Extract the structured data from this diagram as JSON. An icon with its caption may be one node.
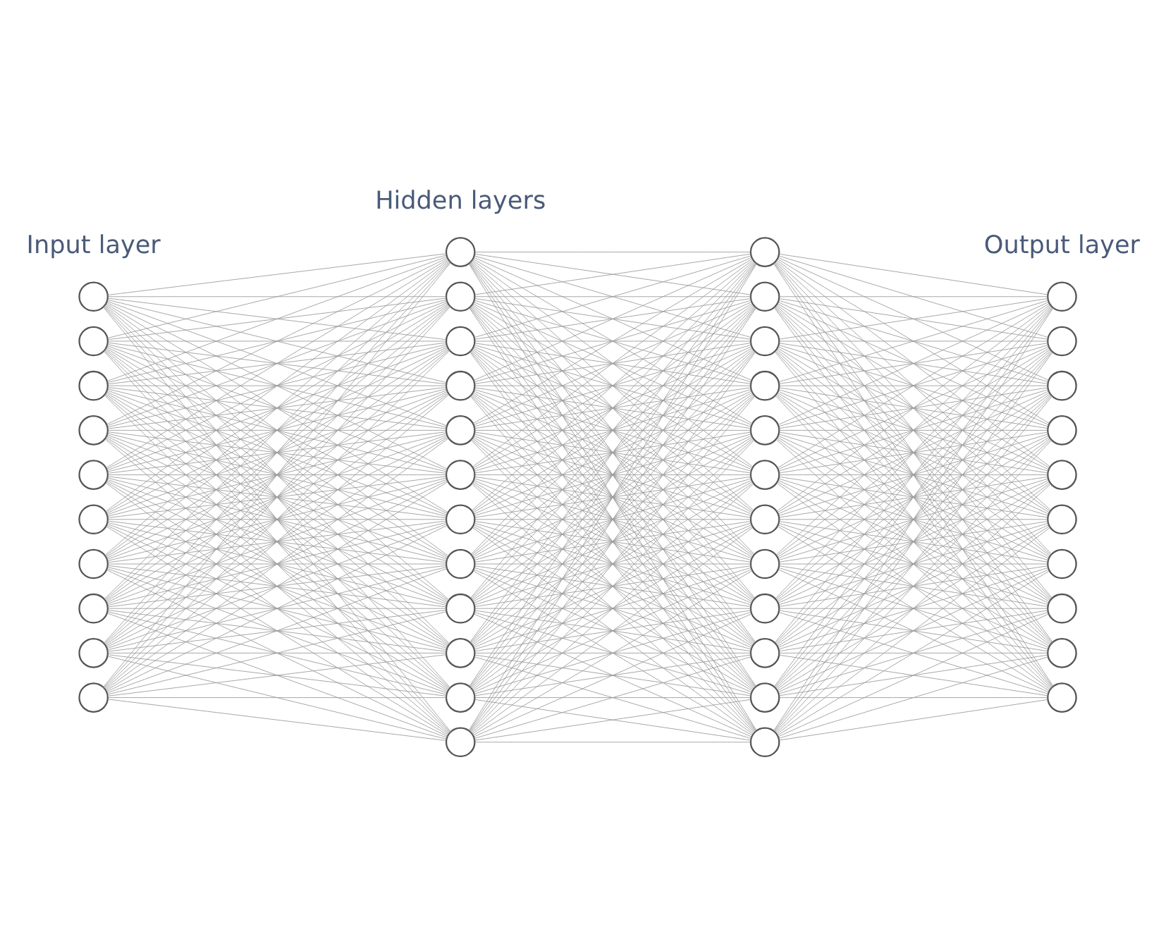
{
  "diagram": {
    "nodes": [
      {
        "text": [],
        "shape": "circle"
      },
      {
        "text": [],
        "shape": "circle"
      },
      {
        "text": [],
        "shape": "circle"
      },
      {
        "text": [],
        "shape": "circle"
      },
      {
        "text": [],
        "shape": "circle"
      },
      {
        "text": [],
        "shape": "circle"
      },
      {
        "text": [],
        "shape": "circle"
      },
      {
        "text": [],
        "shape": "circle"
      },
      {
        "text": [],
        "shape": "circle"
      },
      {
        "text": [],
        "shape": "circle"
      },
      {
        "text": [],
        "shape": "circle"
      },
      {
        "text": [],
        "shape": "circle"
      },
      {
        "text": [],
        "shape": "circle"
      },
      {
        "text": [],
        "shape": "circle"
      },
      {
        "text": [],
        "shape": "circle"
      },
      {
        "text": [],
        "shape": "circle"
      },
      {
        "text": [],
        "shape": "circle"
      },
      {
        "text": [],
        "shape": "circle"
      },
      {
        "text": [],
        "shape": "circle"
      },
      {
        "text": [],
        "shape": "circle"
      },
      {
        "text": [],
        "shape": "circle"
      },
      {
        "text": [],
        "shape": "circle"
      },
      {
        "text": [],
        "shape": "circle"
      },
      {
        "text": [],
        "shape": "circle"
      },
      {
        "text": [],
        "shape": "circle"
      },
      {
        "text": [],
        "shape": "circle"
      },
      {
        "text": [],
        "shape": "circle"
      },
      {
        "text": [],
        "shape": "circle"
      },
      {
        "text": [],
        "shape": "circle"
      },
      {
        "text": [],
        "shape": "circle"
      },
      {
        "text": [],
        "shape": "circle"
      },
      {
        "text": [],
        "shape": "circle"
      },
      {
        "text": [],
        "shape": "circle"
      },
      {
        "text": [],
        "shape": "circle"
      },
      {
        "text": [],
        "shape": "circle"
      },
      {
        "text": [],
        "shape": "circle"
      },
      {
        "text": [],
        "shape": "circle"
      },
      {
        "text": [],
        "shape": "circle"
      },
      {
        "text": [],
        "shape": "circle"
      },
      {
        "text": [],
        "shape": "circle"
      },
      {
        "text": [],
        "shape": "circle"
      },
      {
        "text": [],
        "shape": "circle"
      },
      {
        "text": [],
        "shape": "circle"
      },
      {
        "text": [],
        "shape": "circle"
      }
    ],
    "edges": [
      {
        "from": 0,
        "to": 10,
        "arrow": "none"
      },
      {
        "from": 0,
        "to": 11,
        "arrow": "none"
      },
      {
        "from": 0,
        "to": 12,
        "arrow": "none"
      },
      {
        "from": 0,
        "to": 13,
        "arrow": "none"
      },
      {
        "from": 0,
        "to": 14,
        "arrow": "none"
      },
      {
        "from": 0,
        "to": 15,
        "arrow": "none"
      },
      {
        "from": 0,
        "to": 16,
        "arrow": "none"
      },
      {
        "from": 0,
        "to": 17,
        "arrow": "none"
      },
      {
        "from": 0,
        "to": 18,
        "arrow": "none"
      },
      {
        "from": 0,
        "to": 19,
        "arrow": "none"
      },
      {
        "from": 0,
        "to": 20,
        "arrow": "none"
      },
      {
        "from": 0,
        "to": 21,
        "arrow": "none"
      },
      {
        "from": 1,
        "to": 10,
        "arrow": "none"
      },
      {
        "from": 1,
        "to": 11,
        "arrow": "none"
      },
      {
        "from": 1,
        "to": 12,
        "arrow": "none"
      },
      {
        "from": 1,
        "to": 13,
        "arrow": "none"
      },
      {
        "from": 1,
        "to": 14,
        "arrow": "none"
      },
      {
        "from": 1,
        "to": 15,
        "arrow": "none"
      },
      {
        "from": 1,
        "to": 16,
        "arrow": "none"
      },
      {
        "from": 1,
        "to": 17,
        "arrow": "none"
      },
      {
        "from": 1,
        "to": 18,
        "arrow": "none"
      },
      {
        "from": 1,
        "to": 19,
        "arrow": "none"
      },
      {
        "from": 1,
        "to": 20,
        "arrow": "none"
      },
      {
        "from": 1,
        "to": 21,
        "arrow": "none"
      },
      {
        "from": 2,
        "to": 10,
        "arrow": "none"
      },
      {
        "from": 2,
        "to": 11,
        "arrow": "none"
      },
      {
        "from": 2,
        "to": 12,
        "arrow": "none"
      },
      {
        "from": 2,
        "to": 13,
        "arrow": "none"
      },
      {
        "from": 2,
        "to": 14,
        "arrow": "none"
      },
      {
        "from": 2,
        "to": 15,
        "arrow": "none"
      },
      {
        "from": 2,
        "to": 16,
        "arrow": "none"
      },
      {
        "from": 2,
        "to": 17,
        "arrow": "none"
      },
      {
        "from": 2,
        "to": 18,
        "arrow": "none"
      },
      {
        "from": 2,
        "to": 19,
        "arrow": "none"
      },
      {
        "from": 2,
        "to": 20,
        "arrow": "none"
      },
      {
        "from": 2,
        "to": 21,
        "arrow": "none"
      },
      {
        "from": 3,
        "to": 10,
        "arrow": "none"
      },
      {
        "from": 3,
        "to": 11,
        "arrow": "none"
      },
      {
        "from": 3,
        "to": 12,
        "arrow": "none"
      },
      {
        "from": 3,
        "to": 13,
        "arrow": "none"
      },
      {
        "from": 3,
        "to": 14,
        "arrow": "none"
      },
      {
        "from": 3,
        "to": 15,
        "arrow": "none"
      },
      {
        "from": 3,
        "to": 16,
        "arrow": "none"
      },
      {
        "from": 3,
        "to": 17,
        "arrow": "none"
      },
      {
        "from": 3,
        "to": 18,
        "arrow": "none"
      },
      {
        "from": 3,
        "to": 19,
        "arrow": "none"
      },
      {
        "from": 3,
        "to": 20,
        "arrow": "none"
      },
      {
        "from": 3,
        "to": 21,
        "arrow": "none"
      },
      {
        "from": 4,
        "to": 10,
        "arrow": "none"
      },
      {
        "from": 4,
        "to": 11,
        "arrow": "none"
      },
      {
        "from": 4,
        "to": 12,
        "arrow": "none"
      },
      {
        "from": 4,
        "to": 13,
        "arrow": "none"
      },
      {
        "from": 4,
        "to": 14,
        "arrow": "none"
      },
      {
        "from": 4,
        "to": 15,
        "arrow": "none"
      },
      {
        "from": 4,
        "to": 16,
        "arrow": "none"
      },
      {
        "from": 4,
        "to": 17,
        "arrow": "none"
      },
      {
        "from": 4,
        "to": 18,
        "arrow": "none"
      },
      {
        "from": 4,
        "to": 19,
        "arrow": "none"
      },
      {
        "from": 4,
        "to": 20,
        "arrow": "none"
      },
      {
        "from": 4,
        "to": 21,
        "arrow": "none"
      },
      {
        "from": 5,
        "to": 10,
        "arrow": "none"
      },
      {
        "from": 5,
        "to": 11,
        "arrow": "none"
      },
      {
        "from": 5,
        "to": 12,
        "arrow": "none"
      },
      {
        "from": 5,
        "to": 13,
        "arrow": "none"
      },
      {
        "from": 5,
        "to": 14,
        "arrow": "none"
      },
      {
        "from": 5,
        "to": 15,
        "arrow": "none"
      },
      {
        "from": 5,
        "to": 16,
        "arrow": "none"
      },
      {
        "from": 5,
        "to": 17,
        "arrow": "none"
      },
      {
        "from": 5,
        "to": 18,
        "arrow": "none"
      },
      {
        "from": 5,
        "to": 19,
        "arrow": "none"
      },
      {
        "from": 5,
        "to": 20,
        "arrow": "none"
      },
      {
        "from": 5,
        "to": 21,
        "arrow": "none"
      },
      {
        "from": 6,
        "to": 10,
        "arrow": "none"
      },
      {
        "from": 6,
        "to": 11,
        "arrow": "none"
      },
      {
        "from": 6,
        "to": 12,
        "arrow": "none"
      },
      {
        "from": 6,
        "to": 13,
        "arrow": "none"
      },
      {
        "from": 6,
        "to": 14,
        "arrow": "none"
      },
      {
        "from": 6,
        "to": 15,
        "arrow": "none"
      },
      {
        "from": 6,
        "to": 16,
        "arrow": "none"
      },
      {
        "from": 6,
        "to": 17,
        "arrow": "none"
      },
      {
        "from": 6,
        "to": 18,
        "arrow": "none"
      },
      {
        "from": 6,
        "to": 19,
        "arrow": "none"
      },
      {
        "from": 6,
        "to": 20,
        "arrow": "none"
      },
      {
        "from": 6,
        "to": 21,
        "arrow": "none"
      },
      {
        "from": 7,
        "to": 10,
        "arrow": "none"
      },
      {
        "from": 7,
        "to": 11,
        "arrow": "none"
      },
      {
        "from": 7,
        "to": 12,
        "arrow": "none"
      },
      {
        "from": 7,
        "to": 13,
        "arrow": "none"
      },
      {
        "from": 7,
        "to": 14,
        "arrow": "none"
      },
      {
        "from": 7,
        "to": 15,
        "arrow": "none"
      },
      {
        "from": 7,
        "to": 16,
        "arrow": "none"
      },
      {
        "from": 7,
        "to": 17,
        "arrow": "none"
      },
      {
        "from": 7,
        "to": 18,
        "arrow": "none"
      },
      {
        "from": 7,
        "to": 19,
        "arrow": "none"
      },
      {
        "from": 7,
        "to": 20,
        "arrow": "none"
      },
      {
        "from": 7,
        "to": 21,
        "arrow": "none"
      },
      {
        "from": 8,
        "to": 10,
        "arrow": "none"
      },
      {
        "from": 8,
        "to": 11,
        "arrow": "none"
      },
      {
        "from": 8,
        "to": 12,
        "arrow": "none"
      },
      {
        "from": 8,
        "to": 13,
        "arrow": "none"
      },
      {
        "from": 8,
        "to": 14,
        "arrow": "none"
      },
      {
        "from": 8,
        "to": 15,
        "arrow": "none"
      },
      {
        "from": 8,
        "to": 16,
        "arrow": "none"
      },
      {
        "from": 8,
        "to": 17,
        "arrow": "none"
      },
      {
        "from": 8,
        "to": 18,
        "arrow": "none"
      },
      {
        "from": 8,
        "to": 19,
        "arrow": "none"
      },
      {
        "from": 8,
        "to": 20,
        "arrow": "none"
      },
      {
        "from": 8,
        "to": 21,
        "arrow": "none"
      },
      {
        "from": 9,
        "to": 10,
        "arrow": "none"
      },
      {
        "from": 9,
        "to": 11,
        "arrow": "none"
      },
      {
        "from": 9,
        "to": 12,
        "arrow": "none"
      },
      {
        "from": 9,
        "to": 13,
        "arrow": "none"
      },
      {
        "from": 9,
        "to": 14,
        "arrow": "none"
      },
      {
        "from": 9,
        "to": 15,
        "arrow": "none"
      },
      {
        "from": 9,
        "to": 16,
        "arrow": "none"
      },
      {
        "from": 9,
        "to": 17,
        "arrow": "none"
      },
      {
        "from": 9,
        "to": 18,
        "arrow": "none"
      },
      {
        "from": 9,
        "to": 19,
        "arrow": "none"
      },
      {
        "from": 9,
        "to": 20,
        "arrow": "none"
      },
      {
        "from": 9,
        "to": 21,
        "arrow": "none"
      },
      {
        "from": 10,
        "to": 22,
        "arrow": "none"
      },
      {
        "from": 10,
        "to": 23,
        "arrow": "none"
      },
      {
        "from": 10,
        "to": 24,
        "arrow": "none"
      },
      {
        "from": 10,
        "to": 25,
        "arrow": "none"
      },
      {
        "from": 10,
        "to": 26,
        "arrow": "none"
      },
      {
        "from": 10,
        "to": 27,
        "arrow": "none"
      },
      {
        "from": 10,
        "to": 28,
        "arrow": "none"
      },
      {
        "from": 10,
        "to": 29,
        "arrow": "none"
      },
      {
        "from": 10,
        "to": 30,
        "arrow": "none"
      },
      {
        "from": 10,
        "to": 31,
        "arrow": "none"
      },
      {
        "from": 10,
        "to": 32,
        "arrow": "none"
      },
      {
        "from": 10,
        "to": 33,
        "arrow": "none"
      },
      {
        "from": 11,
        "to": 22,
        "arrow": "none"
      },
      {
        "from": 11,
        "to": 23,
        "arrow": "none"
      },
      {
        "from": 11,
        "to": 24,
        "arrow": "none"
      },
      {
        "from": 11,
        "to": 25,
        "arrow": "none"
      },
      {
        "from": 11,
        "to": 26,
        "arrow": "none"
      },
      {
        "from": 11,
        "to": 27,
        "arrow": "none"
      },
      {
        "from": 11,
        "to": 28,
        "arrow": "none"
      },
      {
        "from": 11,
        "to": 29,
        "arrow": "none"
      },
      {
        "from": 11,
        "to": 30,
        "arrow": "none"
      },
      {
        "from": 11,
        "to": 31,
        "arrow": "none"
      },
      {
        "from": 11,
        "to": 32,
        "arrow": "none"
      },
      {
        "from": 11,
        "to": 33,
        "arrow": "none"
      },
      {
        "from": 12,
        "to": 22,
        "arrow": "none"
      },
      {
        "from": 12,
        "to": 23,
        "arrow": "none"
      },
      {
        "from": 12,
        "to": 24,
        "arrow": "none"
      },
      {
        "from": 12,
        "to": 25,
        "arrow": "none"
      },
      {
        "from": 12,
        "to": 26,
        "arrow": "none"
      },
      {
        "from": 12,
        "to": 27,
        "arrow": "none"
      },
      {
        "from": 12,
        "to": 28,
        "arrow": "none"
      },
      {
        "from": 12,
        "to": 29,
        "arrow": "none"
      },
      {
        "from": 12,
        "to": 30,
        "arrow": "none"
      },
      {
        "from": 12,
        "to": 31,
        "arrow": "none"
      },
      {
        "from": 12,
        "to": 32,
        "arrow": "none"
      },
      {
        "from": 12,
        "to": 33,
        "arrow": "none"
      },
      {
        "from": 13,
        "to": 22,
        "arrow": "none"
      },
      {
        "from": 13,
        "to": 23,
        "arrow": "none"
      },
      {
        "from": 13,
        "to": 24,
        "arrow": "none"
      },
      {
        "from": 13,
        "to": 25,
        "arrow": "none"
      },
      {
        "from": 13,
        "to": 26,
        "arrow": "none"
      },
      {
        "from": 13,
        "to": 27,
        "arrow": "none"
      },
      {
        "from": 13,
        "to": 28,
        "arrow": "none"
      },
      {
        "from": 13,
        "to": 29,
        "arrow": "none"
      },
      {
        "from": 13,
        "to": 30,
        "arrow": "none"
      },
      {
        "from": 13,
        "to": 31,
        "arrow": "none"
      },
      {
        "from": 13,
        "to": 32,
        "arrow": "none"
      },
      {
        "from": 13,
        "to": 33,
        "arrow": "none"
      },
      {
        "from": 14,
        "to": 22,
        "arrow": "none"
      },
      {
        "from": 14,
        "to": 23,
        "arrow": "none"
      },
      {
        "from": 14,
        "to": 24,
        "arrow": "none"
      },
      {
        "from": 14,
        "to": 25,
        "arrow": "none"
      },
      {
        "from": 14,
        "to": 26,
        "arrow": "none"
      },
      {
        "from": 14,
        "to": 27,
        "arrow": "none"
      },
      {
        "from": 14,
        "to": 28,
        "arrow": "none"
      },
      {
        "from": 14,
        "to": 29,
        "arrow": "none"
      },
      {
        "from": 14,
        "to": 30,
        "arrow": "none"
      },
      {
        "from": 14,
        "to": 31,
        "arrow": "none"
      },
      {
        "from": 14,
        "to": 32,
        "arrow": "none"
      },
      {
        "from": 14,
        "to": 33,
        "arrow": "none"
      },
      {
        "from": 15,
        "to": 22,
        "arrow": "none"
      },
      {
        "from": 15,
        "to": 23,
        "arrow": "none"
      },
      {
        "from": 15,
        "to": 24,
        "arrow": "none"
      },
      {
        "from": 15,
        "to": 25,
        "arrow": "none"
      },
      {
        "from": 15,
        "to": 26,
        "arrow": "none"
      },
      {
        "from": 15,
        "to": 27,
        "arrow": "none"
      },
      {
        "from": 15,
        "to": 28,
        "arrow": "none"
      },
      {
        "from": 15,
        "to": 29,
        "arrow": "none"
      },
      {
        "from": 15,
        "to": 30,
        "arrow": "none"
      },
      {
        "from": 15,
        "to": 31,
        "arrow": "none"
      },
      {
        "from": 15,
        "to": 32,
        "arrow": "none"
      },
      {
        "from": 15,
        "to": 33,
        "arrow": "none"
      },
      {
        "from": 16,
        "to": 22,
        "arrow": "none"
      },
      {
        "from": 16,
        "to": 23,
        "arrow": "none"
      },
      {
        "from": 16,
        "to": 24,
        "arrow": "none"
      },
      {
        "from": 16,
        "to": 25,
        "arrow": "none"
      },
      {
        "from": 16,
        "to": 26,
        "arrow": "none"
      },
      {
        "from": 16,
        "to": 27,
        "arrow": "none"
      },
      {
        "from": 16,
        "to": 28,
        "arrow": "none"
      },
      {
        "from": 16,
        "to": 29,
        "arrow": "none"
      },
      {
        "from": 16,
        "to": 30,
        "arrow": "none"
      },
      {
        "from": 16,
        "to": 31,
        "arrow": "none"
      },
      {
        "from": 16,
        "to": 32,
        "arrow": "none"
      },
      {
        "from": 16,
        "to": 33,
        "arrow": "none"
      },
      {
        "from": 17,
        "to": 22,
        "arrow": "none"
      },
      {
        "from": 17,
        "to": 23,
        "arrow": "none"
      },
      {
        "from": 17,
        "to": 24,
        "arrow": "none"
      },
      {
        "from": 17,
        "to": 25,
        "arrow": "none"
      },
      {
        "from": 17,
        "to": 26,
        "arrow": "none"
      },
      {
        "from": 17,
        "to": 27,
        "arrow": "none"
      },
      {
        "from": 17,
        "to": 28,
        "arrow": "none"
      },
      {
        "from": 17,
        "to": 29,
        "arrow": "none"
      },
      {
        "from": 17,
        "to": 30,
        "arrow": "none"
      },
      {
        "from": 17,
        "to": 31,
        "arrow": "none"
      },
      {
        "from": 17,
        "to": 32,
        "arrow": "none"
      },
      {
        "from": 17,
        "to": 33,
        "arrow": "none"
      },
      {
        "from": 18,
        "to": 22,
        "arrow": "none"
      },
      {
        "from": 18,
        "to": 23,
        "arrow": "none"
      },
      {
        "from": 18,
        "to": 24,
        "arrow": "none"
      },
      {
        "from": 18,
        "to": 25,
        "arrow": "none"
      },
      {
        "from": 18,
        "to": 26,
        "arrow": "none"
      },
      {
        "from": 18,
        "to": 27,
        "arrow": "none"
      },
      {
        "from": 18,
        "to": 28,
        "arrow": "none"
      },
      {
        "from": 18,
        "to": 29,
        "arrow": "none"
      },
      {
        "from": 18,
        "to": 30,
        "arrow": "none"
      },
      {
        "from": 18,
        "to": 31,
        "arrow": "none"
      },
      {
        "from": 18,
        "to": 32,
        "arrow": "none"
      },
      {
        "from": 18,
        "to": 33,
        "arrow": "none"
      },
      {
        "from": 19,
        "to": 22,
        "arrow": "none"
      },
      {
        "from": 19,
        "to": 23,
        "arrow": "none"
      },
      {
        "from": 19,
        "to": 24,
        "arrow": "none"
      },
      {
        "from": 19,
        "to": 25,
        "arrow": "none"
      },
      {
        "from": 19,
        "to": 26,
        "arrow": "none"
      },
      {
        "from": 19,
        "to": 27,
        "arrow": "none"
      },
      {
        "from": 19,
        "to": 28,
        "arrow": "none"
      },
      {
        "from": 19,
        "to": 29,
        "arrow": "none"
      },
      {
        "from": 19,
        "to": 30,
        "arrow": "none"
      },
      {
        "from": 19,
        "to": 31,
        "arrow": "none"
      },
      {
        "from": 19,
        "to": 32,
        "arrow": "none"
      },
      {
        "from": 19,
        "to": 33,
        "arrow": "none"
      },
      {
        "from": 20,
        "to": 22,
        "arrow": "none"
      },
      {
        "from": 20,
        "to": 23,
        "arrow": "none"
      },
      {
        "from": 20,
        "to": 24,
        "arrow": "none"
      },
      {
        "from": 20,
        "to": 25,
        "arrow": "none"
      },
      {
        "from": 20,
        "to": 26,
        "arrow": "none"
      },
      {
        "from": 20,
        "to": 27,
        "arrow": "none"
      },
      {
        "from": 20,
        "to": 28,
        "arrow": "none"
      },
      {
        "from": 20,
        "to": 29,
        "arrow": "none"
      },
      {
        "from": 20,
        "to": 30,
        "arrow": "none"
      },
      {
        "from": 20,
        "to": 31,
        "arrow": "none"
      },
      {
        "from": 20,
        "to": 32,
        "arrow": "none"
      },
      {
        "from": 20,
        "to": 33,
        "arrow": "none"
      },
      {
        "from": 21,
        "to": 22,
        "arrow": "none"
      },
      {
        "from": 21,
        "to": 23,
        "arrow": "none"
      },
      {
        "from": 21,
        "to": 24,
        "arrow": "none"
      },
      {
        "from": 21,
        "to": 25,
        "arrow": "none"
      },
      {
        "from": 21,
        "to": 26,
        "arrow": "none"
      },
      {
        "from": 21,
        "to": 27,
        "arrow": "none"
      },
      {
        "from": 21,
        "to": 28,
        "arrow": "none"
      },
      {
        "from": 21,
        "to": 29,
        "arrow": "none"
      },
      {
        "from": 21,
        "to": 30,
        "arrow": "none"
      },
      {
        "from": 21,
        "to": 31,
        "arrow": "none"
      },
      {
        "from": 21,
        "to": 32,
        "arrow": "none"
      },
      {
        "from": 21,
        "to": 33,
        "arrow": "none"
      },
      {
        "from": 22,
        "to": 34,
        "arrow": "none"
      },
      {
        "from": 22,
        "to": 35,
        "arrow": "none"
      },
      {
        "from": 22,
        "to": 36,
        "arrow": "none"
      },
      {
        "from": 22,
        "to": 37,
        "arrow": "none"
      },
      {
        "from": 22,
        "to": 38,
        "arrow": "none"
      },
      {
        "from": 22,
        "to": 39,
        "arrow": "none"
      },
      {
        "from": 22,
        "to": 40,
        "arrow": "none"
      },
      {
        "from": 22,
        "to": 41,
        "arrow": "none"
      },
      {
        "from": 22,
        "to": 42,
        "arrow": "none"
      },
      {
        "from": 22,
        "to": 43,
        "arrow": "none"
      },
      {
        "from": 23,
        "to": 34,
        "arrow": "none"
      },
      {
        "from": 23,
        "to": 35,
        "arrow": "none"
      },
      {
        "from": 23,
        "to": 36,
        "arrow": "none"
      },
      {
        "from": 23,
        "to": 37,
        "arrow": "none"
      },
      {
        "from": 23,
        "to": 38,
        "arrow": "none"
      },
      {
        "from": 23,
        "to": 39,
        "arrow": "none"
      },
      {
        "from": 23,
        "to": 40,
        "arrow": "none"
      },
      {
        "from": 23,
        "to": 41,
        "arrow": "none"
      },
      {
        "from": 23,
        "to": 42,
        "arrow": "none"
      },
      {
        "from": 23,
        "to": 43,
        "arrow": "none"
      },
      {
        "from": 24,
        "to": 34,
        "arrow": "none"
      },
      {
        "from": 24,
        "to": 35,
        "arrow": "none"
      },
      {
        "from": 24,
        "to": 36,
        "arrow": "none"
      },
      {
        "from": 24,
        "to": 37,
        "arrow": "none"
      },
      {
        "from": 24,
        "to": 38,
        "arrow": "none"
      },
      {
        "from": 24,
        "to": 39,
        "arrow": "none"
      },
      {
        "from": 24,
        "to": 40,
        "arrow": "none"
      },
      {
        "from": 24,
        "to": 41,
        "arrow": "none"
      },
      {
        "from": 24,
        "to": 42,
        "arrow": "none"
      },
      {
        "from": 24,
        "to": 43,
        "arrow": "none"
      },
      {
        "from": 25,
        "to": 34,
        "arrow": "none"
      },
      {
        "from": 25,
        "to": 35,
        "arrow": "none"
      },
      {
        "from": 25,
        "to": 36,
        "arrow": "none"
      },
      {
        "from": 25,
        "to": 37,
        "arrow": "none"
      },
      {
        "from": 25,
        "to": 38,
        "arrow": "none"
      },
      {
        "from": 25,
        "to": 39,
        "arrow": "none"
      },
      {
        "from": 25,
        "to": 40,
        "arrow": "none"
      },
      {
        "from": 25,
        "to": 41,
        "arrow": "none"
      },
      {
        "from": 25,
        "to": 42,
        "arrow": "none"
      },
      {
        "from": 25,
        "to": 43,
        "arrow": "none"
      },
      {
        "from": 26,
        "to": 34,
        "arrow": "none"
      },
      {
        "from": 26,
        "to": 35,
        "arrow": "none"
      },
      {
        "from": 26,
        "to": 36,
        "arrow": "none"
      },
      {
        "from": 26,
        "to": 37,
        "arrow": "none"
      },
      {
        "from": 26,
        "to": 38,
        "arrow": "none"
      },
      {
        "from": 26,
        "to": 39,
        "arrow": "none"
      },
      {
        "from": 26,
        "to": 40,
        "arrow": "none"
      },
      {
        "from": 26,
        "to": 41,
        "arrow": "none"
      },
      {
        "from": 26,
        "to": 42,
        "arrow": "none"
      },
      {
        "from": 26,
        "to": 43,
        "arrow": "none"
      },
      {
        "from": 27,
        "to": 34,
        "arrow": "none"
      },
      {
        "from": 27,
        "to": 35,
        "arrow": "none"
      },
      {
        "from": 27,
        "to": 36,
        "arrow": "none"
      },
      {
        "from": 27,
        "to": 37,
        "arrow": "none"
      },
      {
        "from": 27,
        "to": 38,
        "arrow": "none"
      },
      {
        "from": 27,
        "to": 39,
        "arrow": "none"
      },
      {
        "from": 27,
        "to": 40,
        "arrow": "none"
      },
      {
        "from": 27,
        "to": 41,
        "arrow": "none"
      },
      {
        "from": 27,
        "to": 42,
        "arrow": "none"
      },
      {
        "from": 27,
        "to": 43,
        "arrow": "none"
      },
      {
        "from": 28,
        "to": 34,
        "arrow": "none"
      },
      {
        "from": 28,
        "to": 35,
        "arrow": "none"
      },
      {
        "from": 28,
        "to": 36,
        "arrow": "none"
      },
      {
        "from": 28,
        "to": 37,
        "arrow": "none"
      },
      {
        "from": 28,
        "to": 38,
        "arrow": "none"
      },
      {
        "from": 28,
        "to": 39,
        "arrow": "none"
      },
      {
        "from": 28,
        "to": 40,
        "arrow": "none"
      },
      {
        "from": 28,
        "to": 41,
        "arrow": "none"
      },
      {
        "from": 28,
        "to": 42,
        "arrow": "none"
      },
      {
        "from": 28,
        "to": 43,
        "arrow": "none"
      },
      {
        "from": 29,
        "to": 34,
        "arrow": "none"
      },
      {
        "from": 29,
        "to": 35,
        "arrow": "none"
      },
      {
        "from": 29,
        "to": 36,
        "arrow": "none"
      },
      {
        "from": 29,
        "to": 37,
        "arrow": "none"
      },
      {
        "from": 29,
        "to": 38,
        "arrow": "none"
      },
      {
        "from": 29,
        "to": 39,
        "arrow": "none"
      },
      {
        "from": 29,
        "to": 40,
        "arrow": "none"
      },
      {
        "from": 29,
        "to": 41,
        "arrow": "none"
      },
      {
        "from": 29,
        "to": 42,
        "arrow": "none"
      },
      {
        "from": 29,
        "to": 43,
        "arrow": "none"
      },
      {
        "from": 30,
        "to": 34,
        "arrow": "none"
      },
      {
        "from": 30,
        "to": 35,
        "arrow": "none"
      },
      {
        "from": 30,
        "to": 36,
        "arrow": "none"
      },
      {
        "from": 30,
        "to": 37,
        "arrow": "none"
      },
      {
        "from": 30,
        "to": 38,
        "arrow": "none"
      },
      {
        "from": 30,
        "to": 39,
        "arrow": "none"
      },
      {
        "from": 30,
        "to": 40,
        "arrow": "none"
      },
      {
        "from": 30,
        "to": 41,
        "arrow": "none"
      },
      {
        "from": 30,
        "to": 42,
        "arrow": "none"
      },
      {
        "from": 30,
        "to": 43,
        "arrow": "none"
      },
      {
        "from": 31,
        "to": 34,
        "arrow": "none"
      },
      {
        "from": 31,
        "to": 35,
        "arrow": "none"
      },
      {
        "from": 31,
        "to": 36,
        "arrow": "none"
      },
      {
        "from": 31,
        "to": 37,
        "arrow": "none"
      },
      {
        "from": 31,
        "to": 38,
        "arrow": "none"
      },
      {
        "from": 31,
        "to": 39,
        "arrow": "none"
      },
      {
        "from": 31,
        "to": 40,
        "arrow": "none"
      },
      {
        "from": 31,
        "to": 41,
        "arrow": "none"
      },
      {
        "from": 31,
        "to": 42,
        "arrow": "none"
      },
      {
        "from": 31,
        "to": 43,
        "arrow": "none"
      },
      {
        "from": 32,
        "to": 34,
        "arrow": "none"
      },
      {
        "from": 32,
        "to": 35,
        "arrow": "none"
      },
      {
        "from": 32,
        "to": 36,
        "arrow": "none"
      },
      {
        "from": 32,
        "to": 37,
        "arrow": "none"
      },
      {
        "from": 32,
        "to": 38,
        "arrow": "none"
      },
      {
        "from": 32,
        "to": 39,
        "arrow": "none"
      },
      {
        "from": 32,
        "to": 40,
        "arrow": "none"
      },
      {
        "from": 32,
        "to": 41,
        "arrow": "none"
      },
      {
        "from": 32,
        "to": 42,
        "arrow": "none"
      },
      {
        "from": 32,
        "to": 43,
        "arrow": "none"
      },
      {
        "from": 33,
        "to": 34,
        "arrow": "none"
      },
      {
        "from": 33,
        "to": 35,
        "arrow": "none"
      },
      {
        "from": 33,
        "to": 36,
        "arrow": "none"
      },
      {
        "from": 33,
        "to": 37,
        "arrow": "none"
      },
      {
        "from": 33,
        "to": 38,
        "arrow": "none"
      },
      {
        "from": 33,
        "to": 39,
        "arrow": "none"
      },
      {
        "from": 33,
        "to": 40,
        "arrow": "none"
      },
      {
        "from": 33,
        "to": 41,
        "arrow": "none"
      },
      {
        "from": 33,
        "to": 42,
        "arrow": "none"
      },
      {
        "from": 33,
        "to": 43,
        "arrow": "none"
      }
    ],
    "labels": [
      "Input layer",
      "Hidden layers",
      "Output layer"
    ]
  }
}
